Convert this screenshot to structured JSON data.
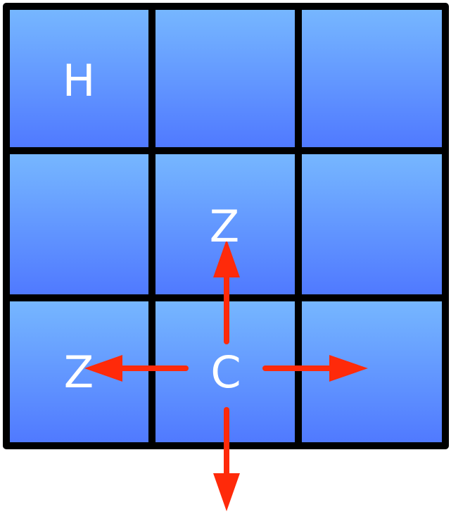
{
  "grid": {
    "rows": 3,
    "cols": 3,
    "cell_gradient": {
      "top": "#77b8ff",
      "bottom": "#4f78ff"
    },
    "border_color": "#000000",
    "labels": [
      {
        "row": 0,
        "col": 0,
        "text": "H"
      },
      {
        "row": 1,
        "col": 1,
        "text": "Z"
      },
      {
        "row": 2,
        "col": 0,
        "text": "Z"
      },
      {
        "row": 2,
        "col": 1,
        "text": "C"
      }
    ]
  },
  "arrows": {
    "color": "#ff2a0a",
    "directions": [
      "up",
      "left",
      "right",
      "down"
    ]
  }
}
